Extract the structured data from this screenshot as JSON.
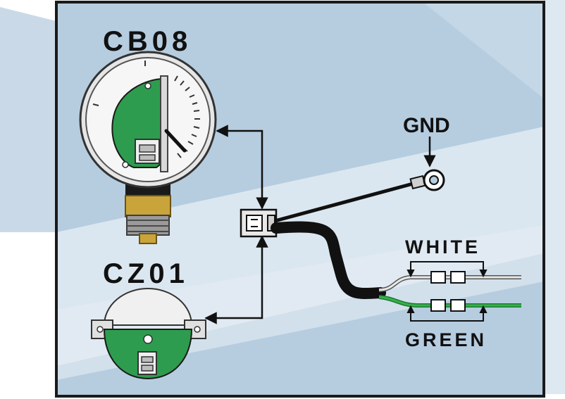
{
  "labels": {
    "gauge": "CB08",
    "sensor": "CZ01",
    "ground": "GND",
    "white_wire": "WHITE",
    "green_wire": "GREEN"
  },
  "colors": {
    "panel_blue": "#b6cde0",
    "stripe": "#dbe7f0",
    "pcb_green": "#2e9c4e",
    "brass": "#c9a43a",
    "cable_black": "#111111",
    "wire_green": "#34b24a",
    "wire_white": "#e8e8e8",
    "frame": "#1a1a1a"
  }
}
